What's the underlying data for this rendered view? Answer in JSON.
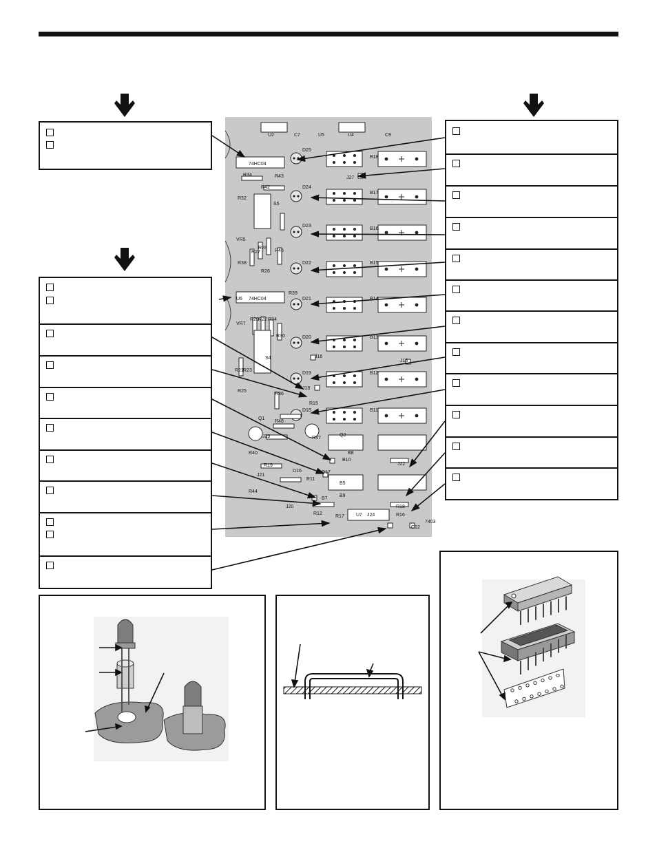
{
  "pcb": {
    "labels": [
      "U2",
      "C7",
      "U4",
      "C9",
      "U5",
      "74HC04",
      "D25",
      "B18",
      "J27",
      "R34",
      "R43",
      "R42",
      "D24",
      "B17",
      "R32",
      "S5",
      "D23",
      "B16",
      "VR5",
      "R27",
      "R28",
      "R46",
      "R38",
      "R26",
      "D22",
      "B15",
      "R39",
      "U6",
      "74HC04",
      "D21",
      "B14",
      "VR7",
      "R20",
      "R22",
      "R24",
      "R30",
      "D20",
      "B13",
      "J16",
      "R21",
      "R23",
      "S4",
      "D19",
      "B12",
      "J15",
      "J18",
      "R25",
      "R36",
      "R15",
      "D18",
      "B11",
      "Q1",
      "R48",
      "R47",
      "Q2",
      "J29",
      "R40",
      "B8",
      "B10",
      "J22",
      "R19",
      "D16",
      "D17",
      "J21",
      "R11",
      "R44",
      "B5",
      "B9",
      "B7",
      "R18",
      "J20",
      "R12",
      "R16",
      "R17",
      "U7",
      "7403",
      "C12",
      "J24"
    ]
  }
}
